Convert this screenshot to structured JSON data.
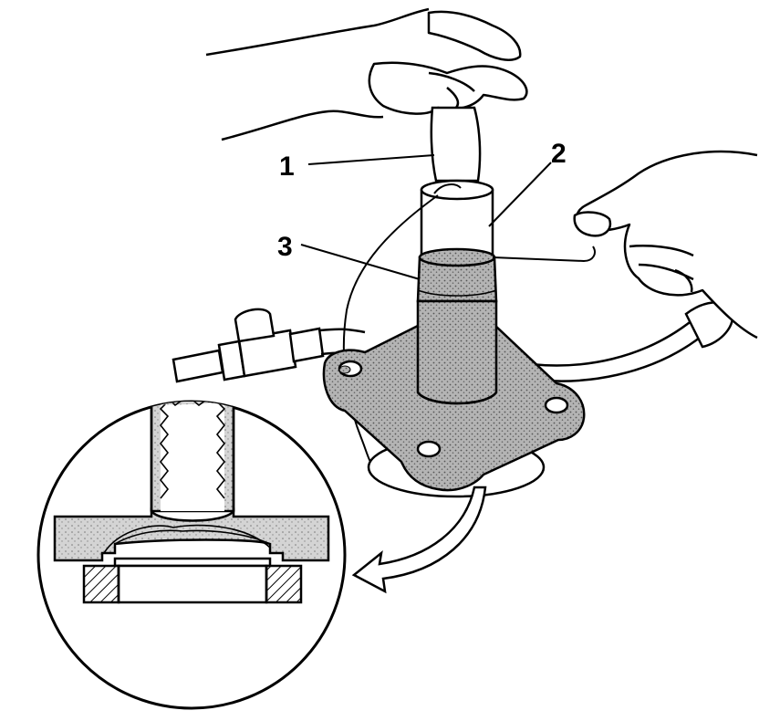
{
  "diagram": {
    "callouts": [
      {
        "id": "1",
        "label": "1"
      },
      {
        "id": "2",
        "label": "2"
      },
      {
        "id": "3",
        "label": "3"
      }
    ],
    "colors": {
      "ink": "#000000",
      "paper": "#ffffff",
      "stipple": "#9a9a9a",
      "stipple_light": "#bdbdbd"
    }
  }
}
